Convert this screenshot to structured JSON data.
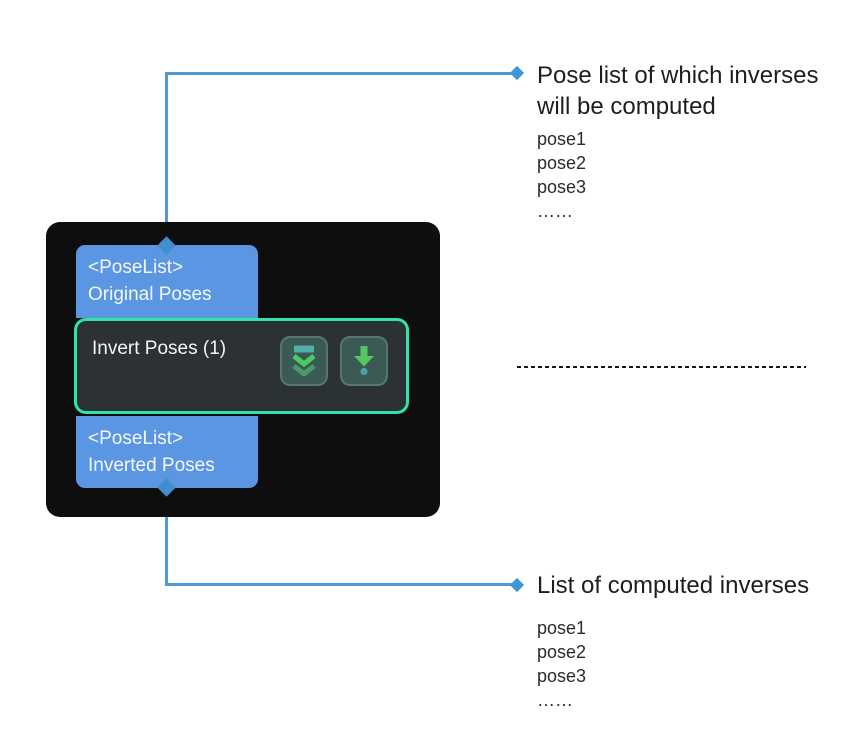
{
  "node": {
    "step_label": "Invert Poses (1)",
    "input_port": {
      "type_label": "<PoseList>",
      "name_label": "Original Poses"
    },
    "output_port": {
      "type_label": "<PoseList>",
      "name_label": "Inverted Poses"
    },
    "icons": [
      "double-chevron-collapse-icon",
      "arrow-down-dot-icon"
    ]
  },
  "annotations": {
    "input": {
      "title": "Pose list of which inverses will be computed",
      "items": [
        "pose1",
        "pose2",
        "pose3",
        "……"
      ]
    },
    "output": {
      "title": "List of computed inverses",
      "items": [
        "pose1",
        "pose2",
        "pose3",
        "……"
      ]
    }
  },
  "colors": {
    "connector_blue": "#4f9ad6",
    "callout_diamond_blue": "#3f96d6",
    "port_tab_blue": "#5a96e1",
    "port_diamond_blue": "#3f8ed0",
    "node_background": "#0e0e0e",
    "step_background": "#2b3134",
    "selection_green": "#2fe3a9",
    "icon_button_background": "#3b5a56",
    "icon_green": "#4ecb5f",
    "icon_teal": "#53b0a6"
  }
}
